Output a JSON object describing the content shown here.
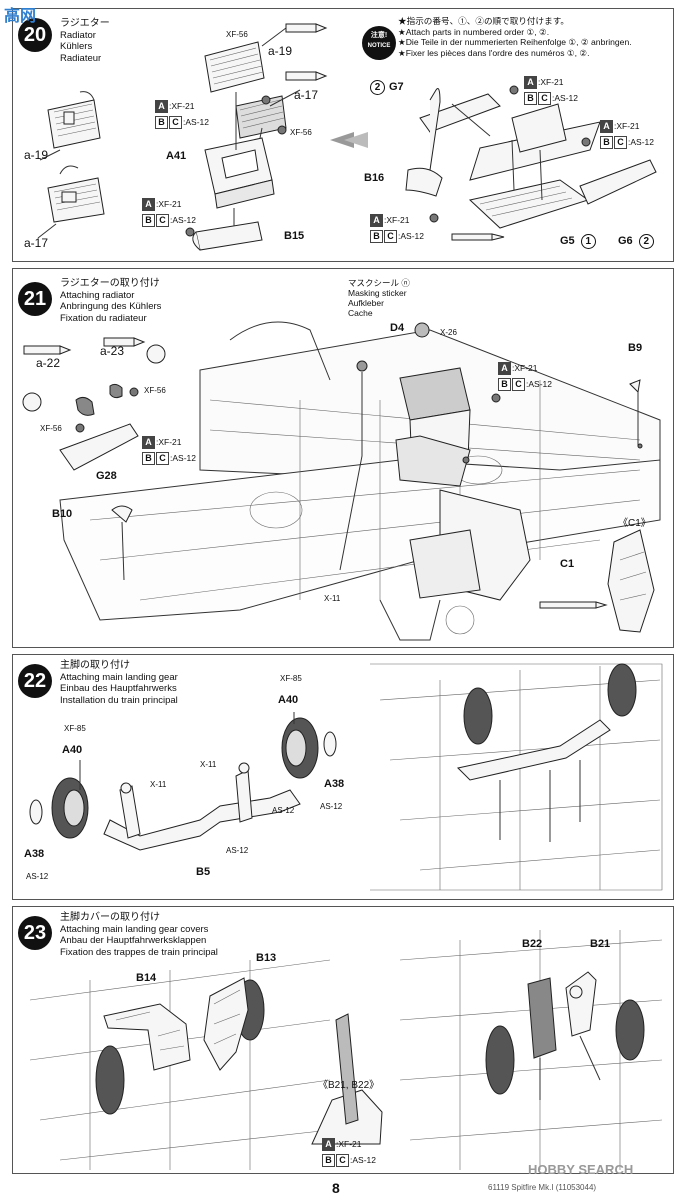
{
  "step20": {
    "number": "20",
    "titles": [
      "ラジエター",
      "Radiator",
      "Kühlers",
      "Radiateur"
    ],
    "labels": {
      "xf56_top": "XF-56",
      "a19_top": "a-19",
      "a17_right": "a-17",
      "a19_left": "a-19",
      "a17_left": "a-17",
      "a41": "A41",
      "b15": "B15",
      "xf56_right": "XF-56",
      "g7": "G7",
      "g7_num": "2",
      "b16": "B16",
      "g5": "G5",
      "g5_num": "1",
      "g6": "G6",
      "g6_num": "2"
    },
    "paint_blocks": [
      {
        "a": ":XF-21",
        "bc": ":AS-12"
      },
      {
        "a": ":XF-21",
        "bc": ":AS-12"
      },
      {
        "a": ":XF-21",
        "bc": ":AS-12"
      },
      {
        "a": ":XF-21",
        "bc": ":AS-12"
      },
      {
        "a": ":XF-21",
        "bc": ":AS-12"
      }
    ],
    "notice": {
      "jp": "注意!",
      "en": "NOTICE",
      "lines": [
        "★指示の番号、①、②の順で取り付けます。",
        "★Attach parts in numbered order ①, ②.",
        "★Die Teile in der nummerierten Reihenfolge ①, ② anbringen.",
        "★Fixer les pièces dans l'ordre des numéros ①, ②."
      ]
    }
  },
  "step21": {
    "number": "21",
    "titles": [
      "ラジエターの取り付け",
      "Attaching radiator",
      "Anbringung des Kühlers",
      "Fixation du radiateur"
    ],
    "mask": [
      "マスクシール ⓝ",
      "Masking sticker",
      "Aufkleber",
      "Cache"
    ],
    "labels": {
      "d4": "D4",
      "x26": "X-26",
      "b9": "B9",
      "a22": "a-22",
      "a23": "a-23",
      "xf56_a": "XF-56",
      "xf56_b": "XF-56",
      "g28": "G28",
      "b10": "B10",
      "c1": "C1",
      "x11": "X-11",
      "c1_detail": "《C1》"
    },
    "paint_blocks": [
      {
        "a": ":XF-21",
        "bc": ":AS-12"
      },
      {
        "a": ":XF-21",
        "bc": ":AS-12"
      }
    ]
  },
  "step22": {
    "number": "22",
    "titles": [
      "主脚の取り付け",
      "Attaching main landing gear",
      "Einbau des Hauptfahrwerks",
      "Installation du train principal"
    ],
    "labels": {
      "xf85_a": "XF-85",
      "a40_a": "A40",
      "xf85_b": "XF-85",
      "a40_b": "A40",
      "x11_a": "X-11",
      "x11_b": "X-11",
      "a38_a": "A38",
      "as12_a": "AS-12",
      "a38_b": "A38",
      "as12_b": "AS-12",
      "as12_c": "AS-12",
      "as12_d": "AS-12",
      "b5": "B5"
    }
  },
  "step23": {
    "number": "23",
    "titles": [
      "主脚カバーの取り付け",
      "Attaching main landing gear covers",
      "Anbau der Hauptfahrwerksklappen",
      "Fixation des trappes de train principal"
    ],
    "labels": {
      "b14": "B14",
      "b13": "B13",
      "b21_b22": "《B21, B22》",
      "b22": "B22",
      "b21": "B21"
    },
    "paint_blocks": [
      {
        "a": ":XF-21",
        "bc": ":AS-12"
      }
    ]
  },
  "footer": {
    "page": "8",
    "right": "61119 Spitfire Mk.I (11053044)"
  },
  "watermarks": {
    "top_left": "高网",
    "bottom_right": "HOBBY SEARCH"
  }
}
